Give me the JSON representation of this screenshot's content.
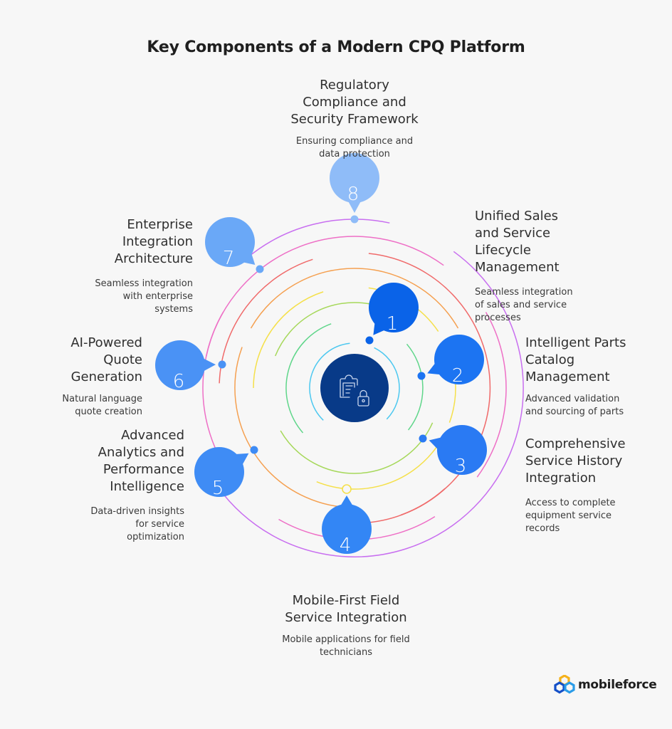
{
  "title": "Key Components of a Modern CPQ Platform",
  "center_icon": "clipboard-lock-icon",
  "colors": {
    "center": "#083a88",
    "ring_colors": [
      "#4cc8f0",
      "#5fd68a",
      "#a6d85a",
      "#f5e04a",
      "#f5a050",
      "#f06a6a",
      "#ee6fc6",
      "#c86ef0"
    ],
    "bubble_colors": [
      "#0a63e8",
      "#1c74f2",
      "#2a7af3",
      "#3386f5",
      "#3f8cf5",
      "#4a92f5",
      "#6aa8f7",
      "#8fbcf8"
    ],
    "text": "#2f2f2f"
  },
  "components": [
    {
      "number": "1",
      "title": "Unified Sales and Service Lifecycle Management",
      "title_lines": [
        "Unified Sales",
        "and Service",
        "Lifecycle",
        "Management"
      ],
      "description_lines": [
        "Seamless integration",
        "of sales and service",
        "processes"
      ]
    },
    {
      "number": "2",
      "title": "Intelligent Parts Catalog Management",
      "title_lines": [
        "Intelligent Parts",
        "Catalog",
        "Management"
      ],
      "description_lines": [
        "Advanced validation",
        "and sourcing of parts"
      ]
    },
    {
      "number": "3",
      "title": "Comprehensive Service History Integration",
      "title_lines": [
        "Comprehensive",
        "Service History",
        "Integration"
      ],
      "description_lines": [
        "Access to complete",
        "equipment service",
        "records"
      ]
    },
    {
      "number": "4",
      "title": "Mobile-First Field Service Integration",
      "title_lines": [
        "Mobile-First Field",
        "Service Integration"
      ],
      "description_lines": [
        "Mobile applications for field",
        "technicians"
      ]
    },
    {
      "number": "5",
      "title": "Advanced Analytics and Performance Intelligence",
      "title_lines": [
        "Advanced",
        "Analytics and",
        "Performance",
        "Intelligence"
      ],
      "description_lines": [
        "Data-driven insights",
        "for service",
        "optimization"
      ]
    },
    {
      "number": "6",
      "title": "AI-Powered Quote Generation",
      "title_lines": [
        "AI-Powered",
        "Quote",
        "Generation"
      ],
      "description_lines": [
        "Natural language",
        "quote creation"
      ]
    },
    {
      "number": "7",
      "title": "Enterprise Integration Architecture",
      "title_lines": [
        "Enterprise",
        "Integration",
        "Architecture"
      ],
      "description_lines": [
        "Seamless integration",
        "with enterprise",
        "systems"
      ]
    },
    {
      "number": "8",
      "title": "Regulatory Compliance and Security Framework",
      "title_lines": [
        "Regulatory",
        "Compliance and",
        "Security Framework"
      ],
      "description_lines": [
        "Ensuring compliance and",
        "data protection"
      ]
    }
  ],
  "brand": {
    "name": "mobileforce",
    "icon": "mobileforce-logo-icon"
  }
}
